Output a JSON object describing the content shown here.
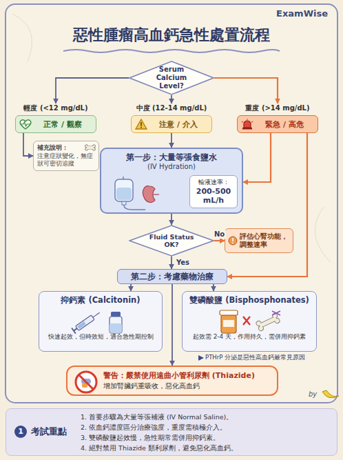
{
  "diagram": {
    "title": "惡性腫瘤高血鈣急性處置流程",
    "nodes": [
      {
        "text": [
          "Serum Calcium Level?"
        ]
      },
      {
        "text": [
          "輕度 (<12 mg/dL)",
          "正常 / 觀察"
        ]
      },
      {
        "text": [
          "中度 (12-14 mg/dL)",
          "注意 / 介入"
        ]
      },
      {
        "text": [
          "重度 (>14 mg/dL)",
          "緊急 / 高危"
        ]
      },
      {
        "text": [
          "補充說明：",
          "注意症狀變化，無症狀可密切追蹤"
        ]
      },
      {
        "text": [
          "第一步：大量等張食鹽水",
          "(IV Hydration)"
        ]
      },
      {
        "text": [
          "輸液速率：",
          "200-500 mL/h"
        ],
        "in": 5
      },
      {
        "text": [
          "Fluid Status OK?"
        ]
      },
      {
        "text": [
          "評估心腎功能，調整速率"
        ]
      },
      {
        "text": [
          "第二步：考慮藥物治療"
        ]
      },
      {
        "text": [
          "抑鈣素 (Calcitonin)",
          "快速起效，但時效短，適合急性期控制"
        ]
      },
      {
        "text": [
          "雙磷酸鹽 (Bisphosphonates)",
          "起效需 2-4 天，作用持久，需併用抑鈣素"
        ]
      },
      {
        "text": [
          "警告：嚴禁使用遠曲小管利尿劑 (Thiazide)",
          "增加腎臟鈣重吸收，惡化高血鈣"
        ]
      },
      {
        "text": [
          "1",
          "考試重點",
          "1. 首要步驟為大量等張補液 (IV Normal Saline)。",
          "2. 依血鈣濃度區分治療強度，重度需積極介入。",
          "3. 雙磷酸鹽起效慢，急性期常需併用抑鈣素。",
          "4. 絕對禁用 Thiazide 類利尿劑，避免惡化高血鈣。"
        ]
      }
    ],
    "edges": [
      {
        "from": 0,
        "to": 1,
        "arrow": "to"
      },
      {
        "from": 0,
        "to": 2,
        "arrow": "to"
      },
      {
        "from": 0,
        "to": 3,
        "arrow": "to"
      },
      {
        "from": 1,
        "to": 4,
        "arrow": "to"
      },
      {
        "from": 2,
        "to": 5,
        "arrow": "to"
      },
      {
        "from": 3,
        "to": 5,
        "arrow": "to"
      },
      {
        "from": 5,
        "to": 7,
        "arrow": "to"
      },
      {
        "from": 7,
        "to": 8,
        "label": "No",
        "arrow": "to"
      },
      {
        "from": 7,
        "to": 9,
        "label": "Yes",
        "arrow": "to"
      },
      {
        "from": 3,
        "to": 9,
        "arrow": "to"
      },
      {
        "from": 9,
        "to": 10,
        "arrow": "to"
      },
      {
        "from": 9,
        "to": 11,
        "arrow": "to"
      },
      {
        "from": 9,
        "to": 12,
        "arrow": "to"
      }
    ],
    "labels": [
      "ExamWise",
      "PTHrP 分泌是惡性高血鈣最常見原因",
      "by"
    ]
  }
}
